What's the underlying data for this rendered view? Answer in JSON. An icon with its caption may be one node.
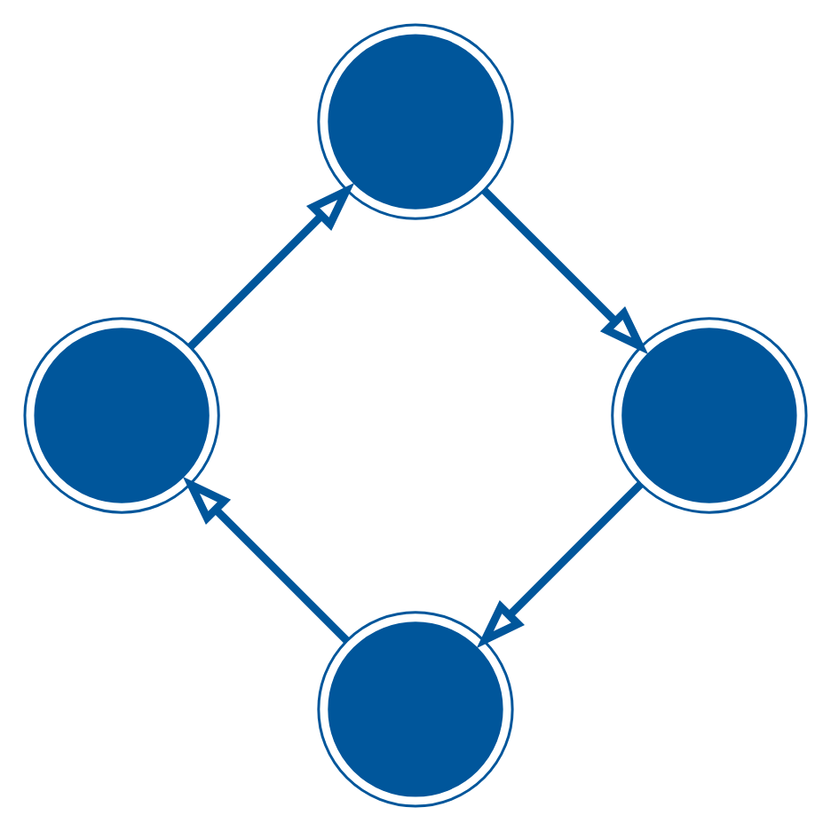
{
  "diagram": {
    "nodes": [
      {
        "text": [],
        "shape": "person"
      },
      {
        "text": [],
        "shape": "person"
      },
      {
        "text": [],
        "shape": "person"
      },
      {
        "text": [],
        "shape": "person"
      }
    ],
    "edges": [
      {
        "from": 0,
        "to": 2,
        "arrow": "to"
      },
      {
        "from": 2,
        "to": 3,
        "arrow": "to"
      },
      {
        "from": 3,
        "to": 1,
        "arrow": "to"
      },
      {
        "from": 1,
        "to": 0,
        "arrow": "to"
      }
    ]
  }
}
